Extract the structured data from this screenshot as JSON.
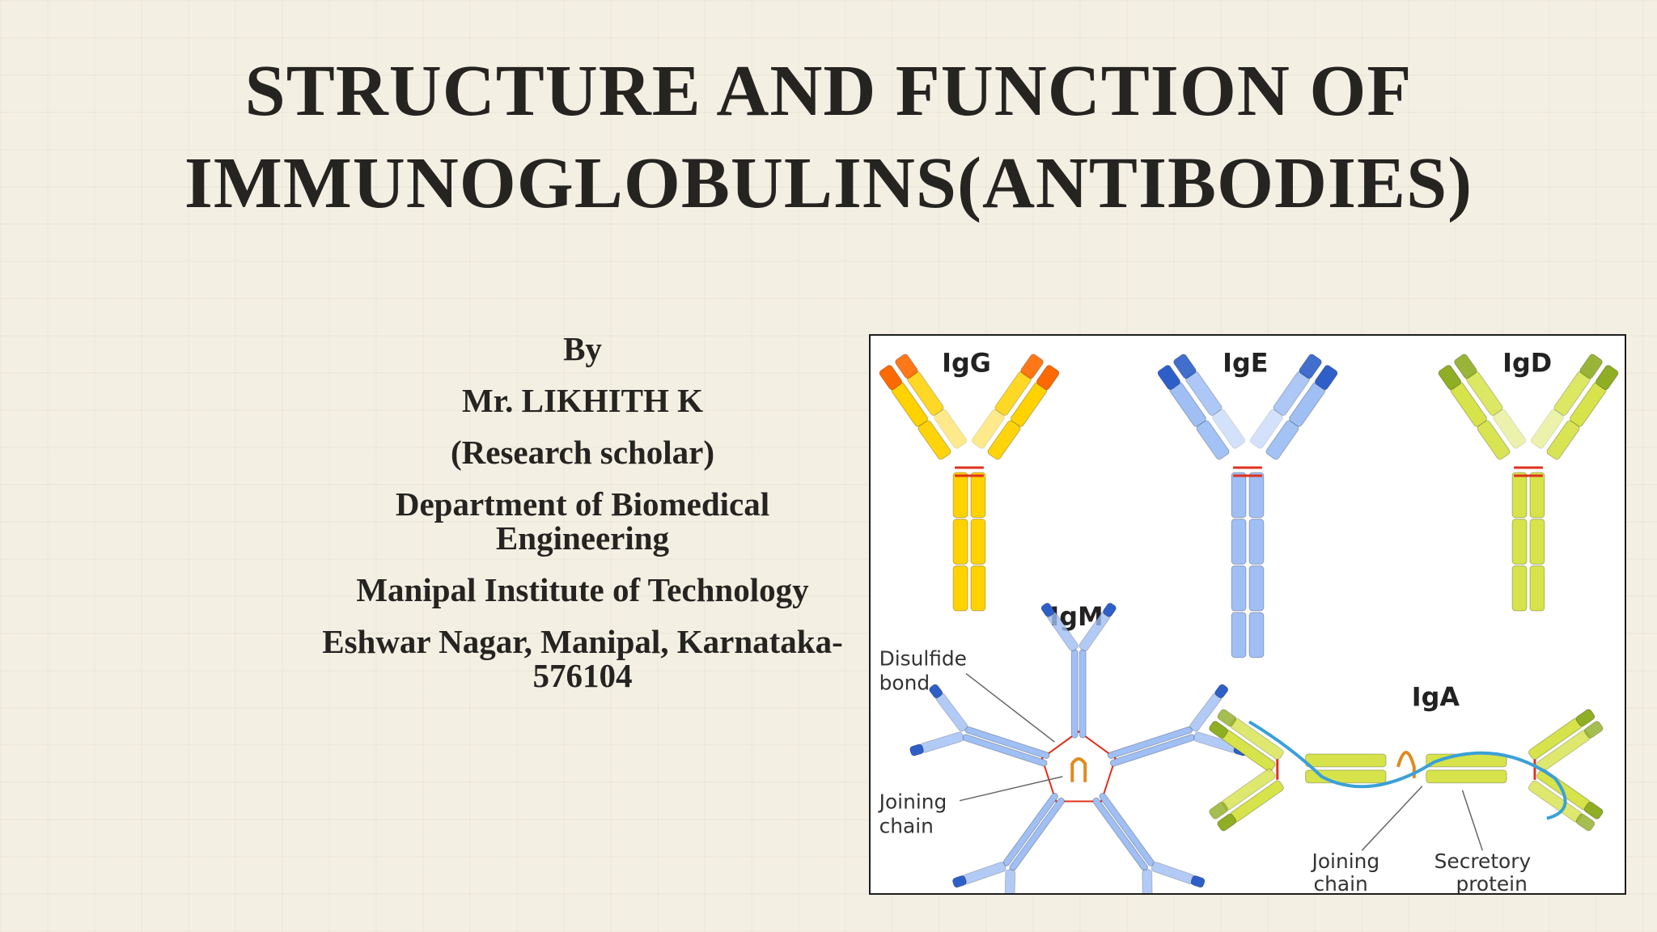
{
  "slide": {
    "title_lines": [
      "STRUCTURE AND FUNCTION OF",
      "IMMUNOGLOBULINS(ANTIBODIES)"
    ],
    "author": {
      "by": "By",
      "name": "Mr. LIKHITH K",
      "role": "(Research scholar)",
      "department_line1": "Department of Biomedical",
      "department_line2": "Engineering",
      "institute": "Manipal Institute of Technology",
      "address_line1": "Eshwar Nagar, Manipal, Karnataka-",
      "address_line2": "576104"
    },
    "figure": {
      "labels": {
        "igg": "IgG",
        "ige": "IgE",
        "igd": "IgD",
        "igm": "IgM",
        "iga": "IgA",
        "disulfide_1": "Disulfide",
        "disulfide_2": "bond",
        "joining_left_1": "Joining",
        "joining_left_2": "chain",
        "joining_right_1": "Joining",
        "joining_right_2": "chain",
        "secretory_1": "Secretory",
        "secretory_2": "protein"
      },
      "colors": {
        "igg_light": "#ffd200",
        "igg_dark": "#ff6a00",
        "ige_light": "#9fbff5",
        "ige_dark": "#2e5fc9",
        "igd_light": "#d6e34a",
        "igd_dark": "#8fae24",
        "disulfide": "#e0301e",
        "secretory": "#3aa0d8"
      }
    }
  }
}
